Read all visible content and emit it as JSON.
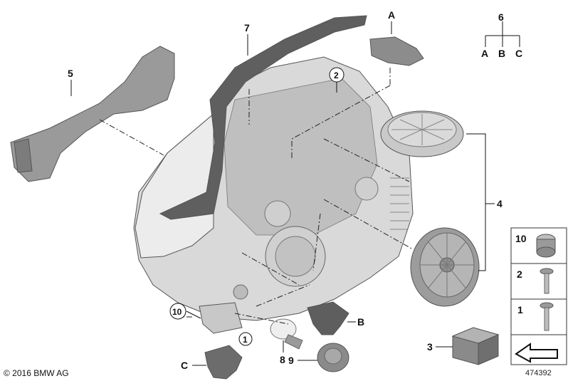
{
  "labels": {
    "p1": "1",
    "p2": "2",
    "p3": "3",
    "p4": "4",
    "p5": "5",
    "p6": "6",
    "p7": "7",
    "p8": "8",
    "p9": "9",
    "p10": "10",
    "a": "A",
    "b": "B",
    "c": "C",
    "tree_a": "A",
    "tree_b": "B",
    "tree_c": "C"
  },
  "legend": {
    "l10": "10",
    "l2": "2",
    "l1": "1"
  },
  "footer": {
    "copyright": "© 2016 BMW AG",
    "ref_number": "474392"
  }
}
